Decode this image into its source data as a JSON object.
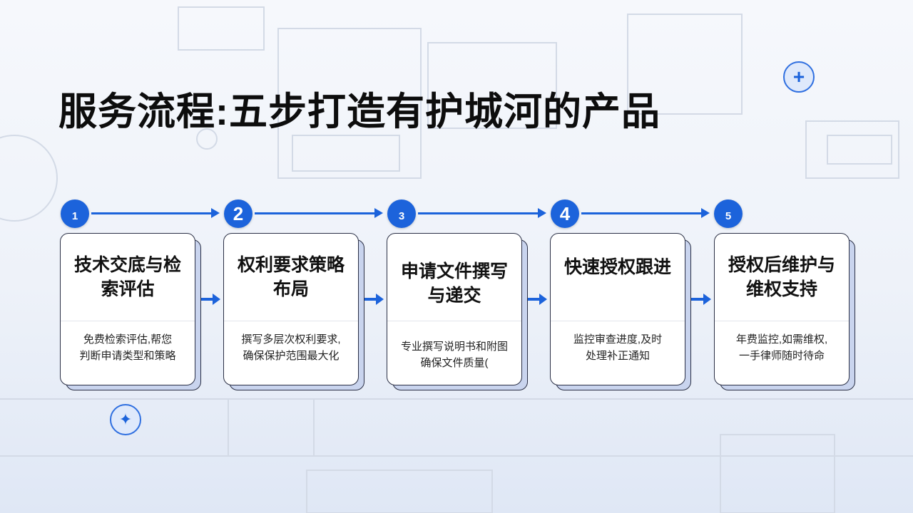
{
  "title": "服务流程:五步打造有护城河的产品",
  "steps": [
    {
      "number": "1",
      "heading": "技术交底与检索评估",
      "desc1": "免费检索评估,帮您",
      "desc2": "判断申请类型和策略"
    },
    {
      "number": "2",
      "heading": "权利要求策略布局",
      "desc1": "撰写多层次权利要求,",
      "desc2": "确保保护范围最大化"
    },
    {
      "number": "3",
      "heading": "申请文件撰写与递交",
      "desc1": "专业撰写说明书和附图",
      "desc2": "确保文件质量("
    },
    {
      "number": "4",
      "heading": "快速授权跟进",
      "desc1": "监控审查进度,及时",
      "desc2": "处理补正通知"
    },
    {
      "number": "5",
      "heading": "授权后维护与维权支持",
      "desc1": "年费监控,如需维权,",
      "desc2": "一手律师随时待命"
    }
  ],
  "icons": {
    "plus": "+",
    "sparkle": "✦"
  },
  "colors": {
    "accent": "#1c63db"
  }
}
